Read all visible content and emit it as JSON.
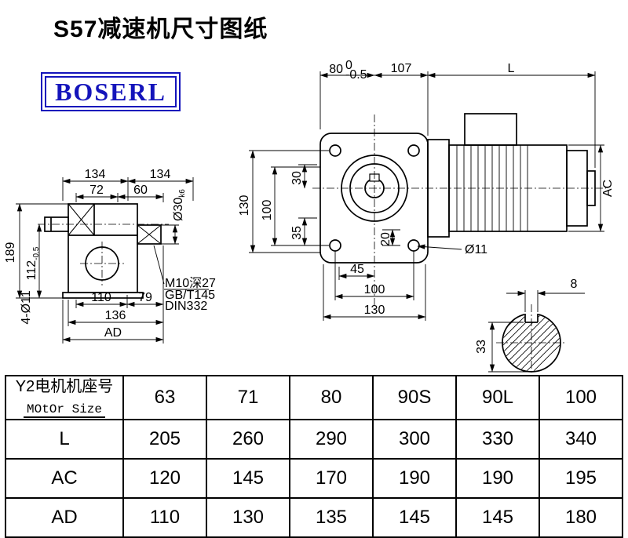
{
  "title": "S57减速机尺寸图纸",
  "logo": {
    "text": "BOSERL"
  },
  "colors": {
    "line": "#000000",
    "logo_blue": "#1414bb",
    "background": "#ffffff"
  },
  "left_view": {
    "dim_134_left": "134",
    "dim_134_right": "134",
    "dim_72": "72",
    "dim_60": "60",
    "dim_189": "189",
    "dim_112": "112",
    "dim_112_tol": "-0.5",
    "dim_110": "110",
    "dim_79": "79",
    "dim_136": "136",
    "dim_AD": "AD",
    "dim_4xO11": "4-Ø11",
    "shaft_dia": "Ø30",
    "shaft_dia_tol": "k6",
    "thread_note_line1": "M10深27",
    "thread_note_line2": "GB/T145",
    "thread_note_line3": "DIN332"
  },
  "front_view": {
    "dim_80": "80",
    "dim_80_tol_upper": "0",
    "dim_80_tol_lower": "-0.5",
    "dim_107": "107",
    "dim_L": "L",
    "dim_130_left": "130",
    "dim_100_left": "100",
    "dim_30": "30",
    "dim_35": "35",
    "dim_20": "20",
    "dim_45": "45",
    "dim_100_bottom": "100",
    "dim_130_bottom": "130",
    "dim_O11": "Ø11",
    "dim_AC": "AC"
  },
  "shaft_section": {
    "dim_8": "8",
    "dim_33": "33"
  },
  "table": {
    "header_cn": "Y2电机机座号",
    "header_en": "MOtOr Size",
    "columns": [
      "63",
      "71",
      "80",
      "90S",
      "90L",
      "100"
    ],
    "rows": [
      {
        "label": "L",
        "values": [
          "205",
          "260",
          "290",
          "300",
          "330",
          "340"
        ]
      },
      {
        "label": "AC",
        "values": [
          "120",
          "145",
          "170",
          "190",
          "190",
          "195"
        ]
      },
      {
        "label": "AD",
        "values": [
          "110",
          "130",
          "135",
          "145",
          "145",
          "180"
        ]
      }
    ]
  }
}
